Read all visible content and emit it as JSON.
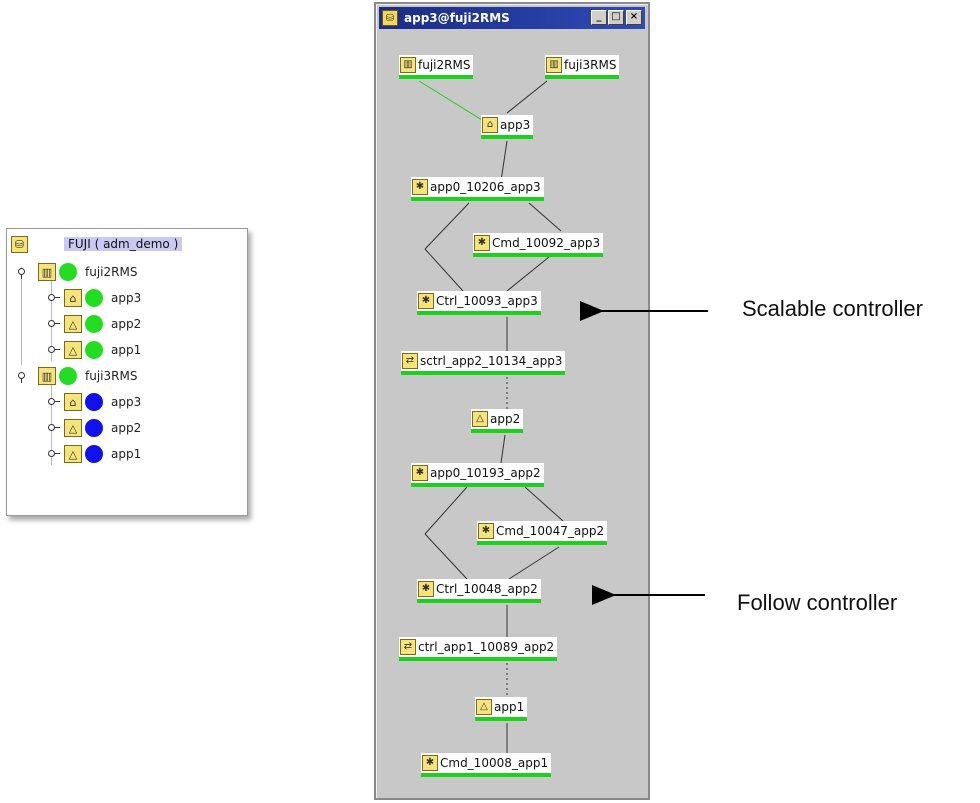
{
  "tree": {
    "root_label": "FUJI ( adm_demo )",
    "hosts": [
      {
        "label": "fuji2RMS",
        "status_color": "#22dd22",
        "apps": [
          {
            "label": "app3",
            "icon": "scalable-app-icon",
            "status_color": "#22dd22"
          },
          {
            "label": "app2",
            "icon": "app-icon",
            "status_color": "#22dd22"
          },
          {
            "label": "app1",
            "icon": "app-icon",
            "status_color": "#22dd22"
          }
        ]
      },
      {
        "label": "fuji3RMS",
        "status_color": "#1111ee",
        "apps": [
          {
            "label": "app3",
            "icon": "scalable-app-icon",
            "status_color": "#1111ee"
          },
          {
            "label": "app2",
            "icon": "app-icon",
            "status_color": "#1111ee"
          },
          {
            "label": "app1",
            "icon": "app-icon",
            "status_color": "#1111ee"
          }
        ]
      }
    ]
  },
  "graph_window": {
    "title": "app3@fuji2RMS",
    "buttons": {
      "minimize": "_",
      "maximize": "□",
      "close": "×"
    },
    "nodes": [
      {
        "id": "n_fuji2",
        "label": "fuji2RMS",
        "icon": "host-icon"
      },
      {
        "id": "n_fuji3",
        "label": "fuji3RMS",
        "icon": "host-icon"
      },
      {
        "id": "n_app3",
        "label": "app3",
        "icon": "scalable-app-icon"
      },
      {
        "id": "n_app0a",
        "label": "app0_10206_app3",
        "icon": "resource-icon"
      },
      {
        "id": "n_cmd1",
        "label": "Cmd_10092_app3",
        "icon": "resource-icon"
      },
      {
        "id": "n_ctrl1",
        "label": "Ctrl_10093_app3",
        "icon": "resource-icon"
      },
      {
        "id": "n_sctrl",
        "label": "sctrl_app2_10134_app3",
        "icon": "controller-icon"
      },
      {
        "id": "n_app2",
        "label": "app2",
        "icon": "app-icon"
      },
      {
        "id": "n_app0b",
        "label": "app0_10193_app2",
        "icon": "resource-icon"
      },
      {
        "id": "n_cmd2",
        "label": "Cmd_10047_app2",
        "icon": "resource-icon"
      },
      {
        "id": "n_ctrl2",
        "label": "Ctrl_10048_app2",
        "icon": "resource-icon"
      },
      {
        "id": "n_ctrlb",
        "label": "ctrl_app1_10089_app2",
        "icon": "controller-icon"
      },
      {
        "id": "n_app1",
        "label": "app1",
        "icon": "app-icon"
      },
      {
        "id": "n_cmd3",
        "label": "Cmd_10008_app1",
        "icon": "resource-icon"
      }
    ]
  },
  "annotations": {
    "scalable": "Scalable controller",
    "follow": "Follow controller"
  },
  "colors": {
    "online": "#22dd22",
    "offline": "#1111ee",
    "node_underline": "#19d219",
    "selected_root_bg": "#c9c9f2"
  }
}
